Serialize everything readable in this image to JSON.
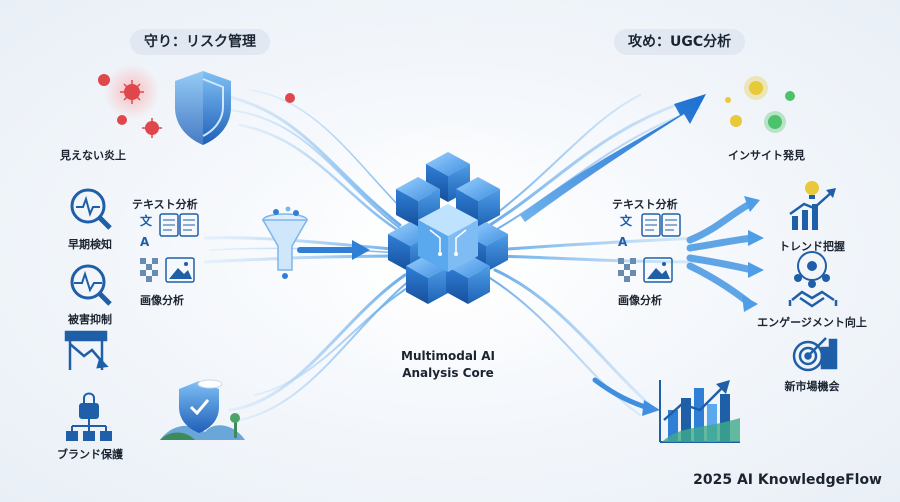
{
  "headers": {
    "defense": "守り：リスク管理",
    "offense": "攻め：UGC分析"
  },
  "defense": {
    "hidden_fire": "見えない炎上",
    "early_detection": "早期検知",
    "damage_control": "被害抑制",
    "brand_protection": "ブランド保護",
    "text_analysis": "テキスト分析",
    "image_analysis": "画像分析"
  },
  "offense": {
    "insight": "インサイト発見",
    "text_analysis": "テキスト分析",
    "image_analysis": "画像分析",
    "trend": "トレンド把握",
    "engagement": "エンゲージメント向上",
    "new_market": "新市場機会"
  },
  "core": {
    "line1": "Multimodal AI",
    "line2": "Analysis Core"
  },
  "footer": "2025 AI KnowledgeFlow",
  "colors": {
    "accent_blue": "#2f7fd6",
    "flow_light": "#8fc3f2",
    "virus_red": "#e0474c",
    "spark_yellow": "#e8c93a",
    "spark_green": "#4cc26a",
    "text_dark": "#1b2430"
  }
}
